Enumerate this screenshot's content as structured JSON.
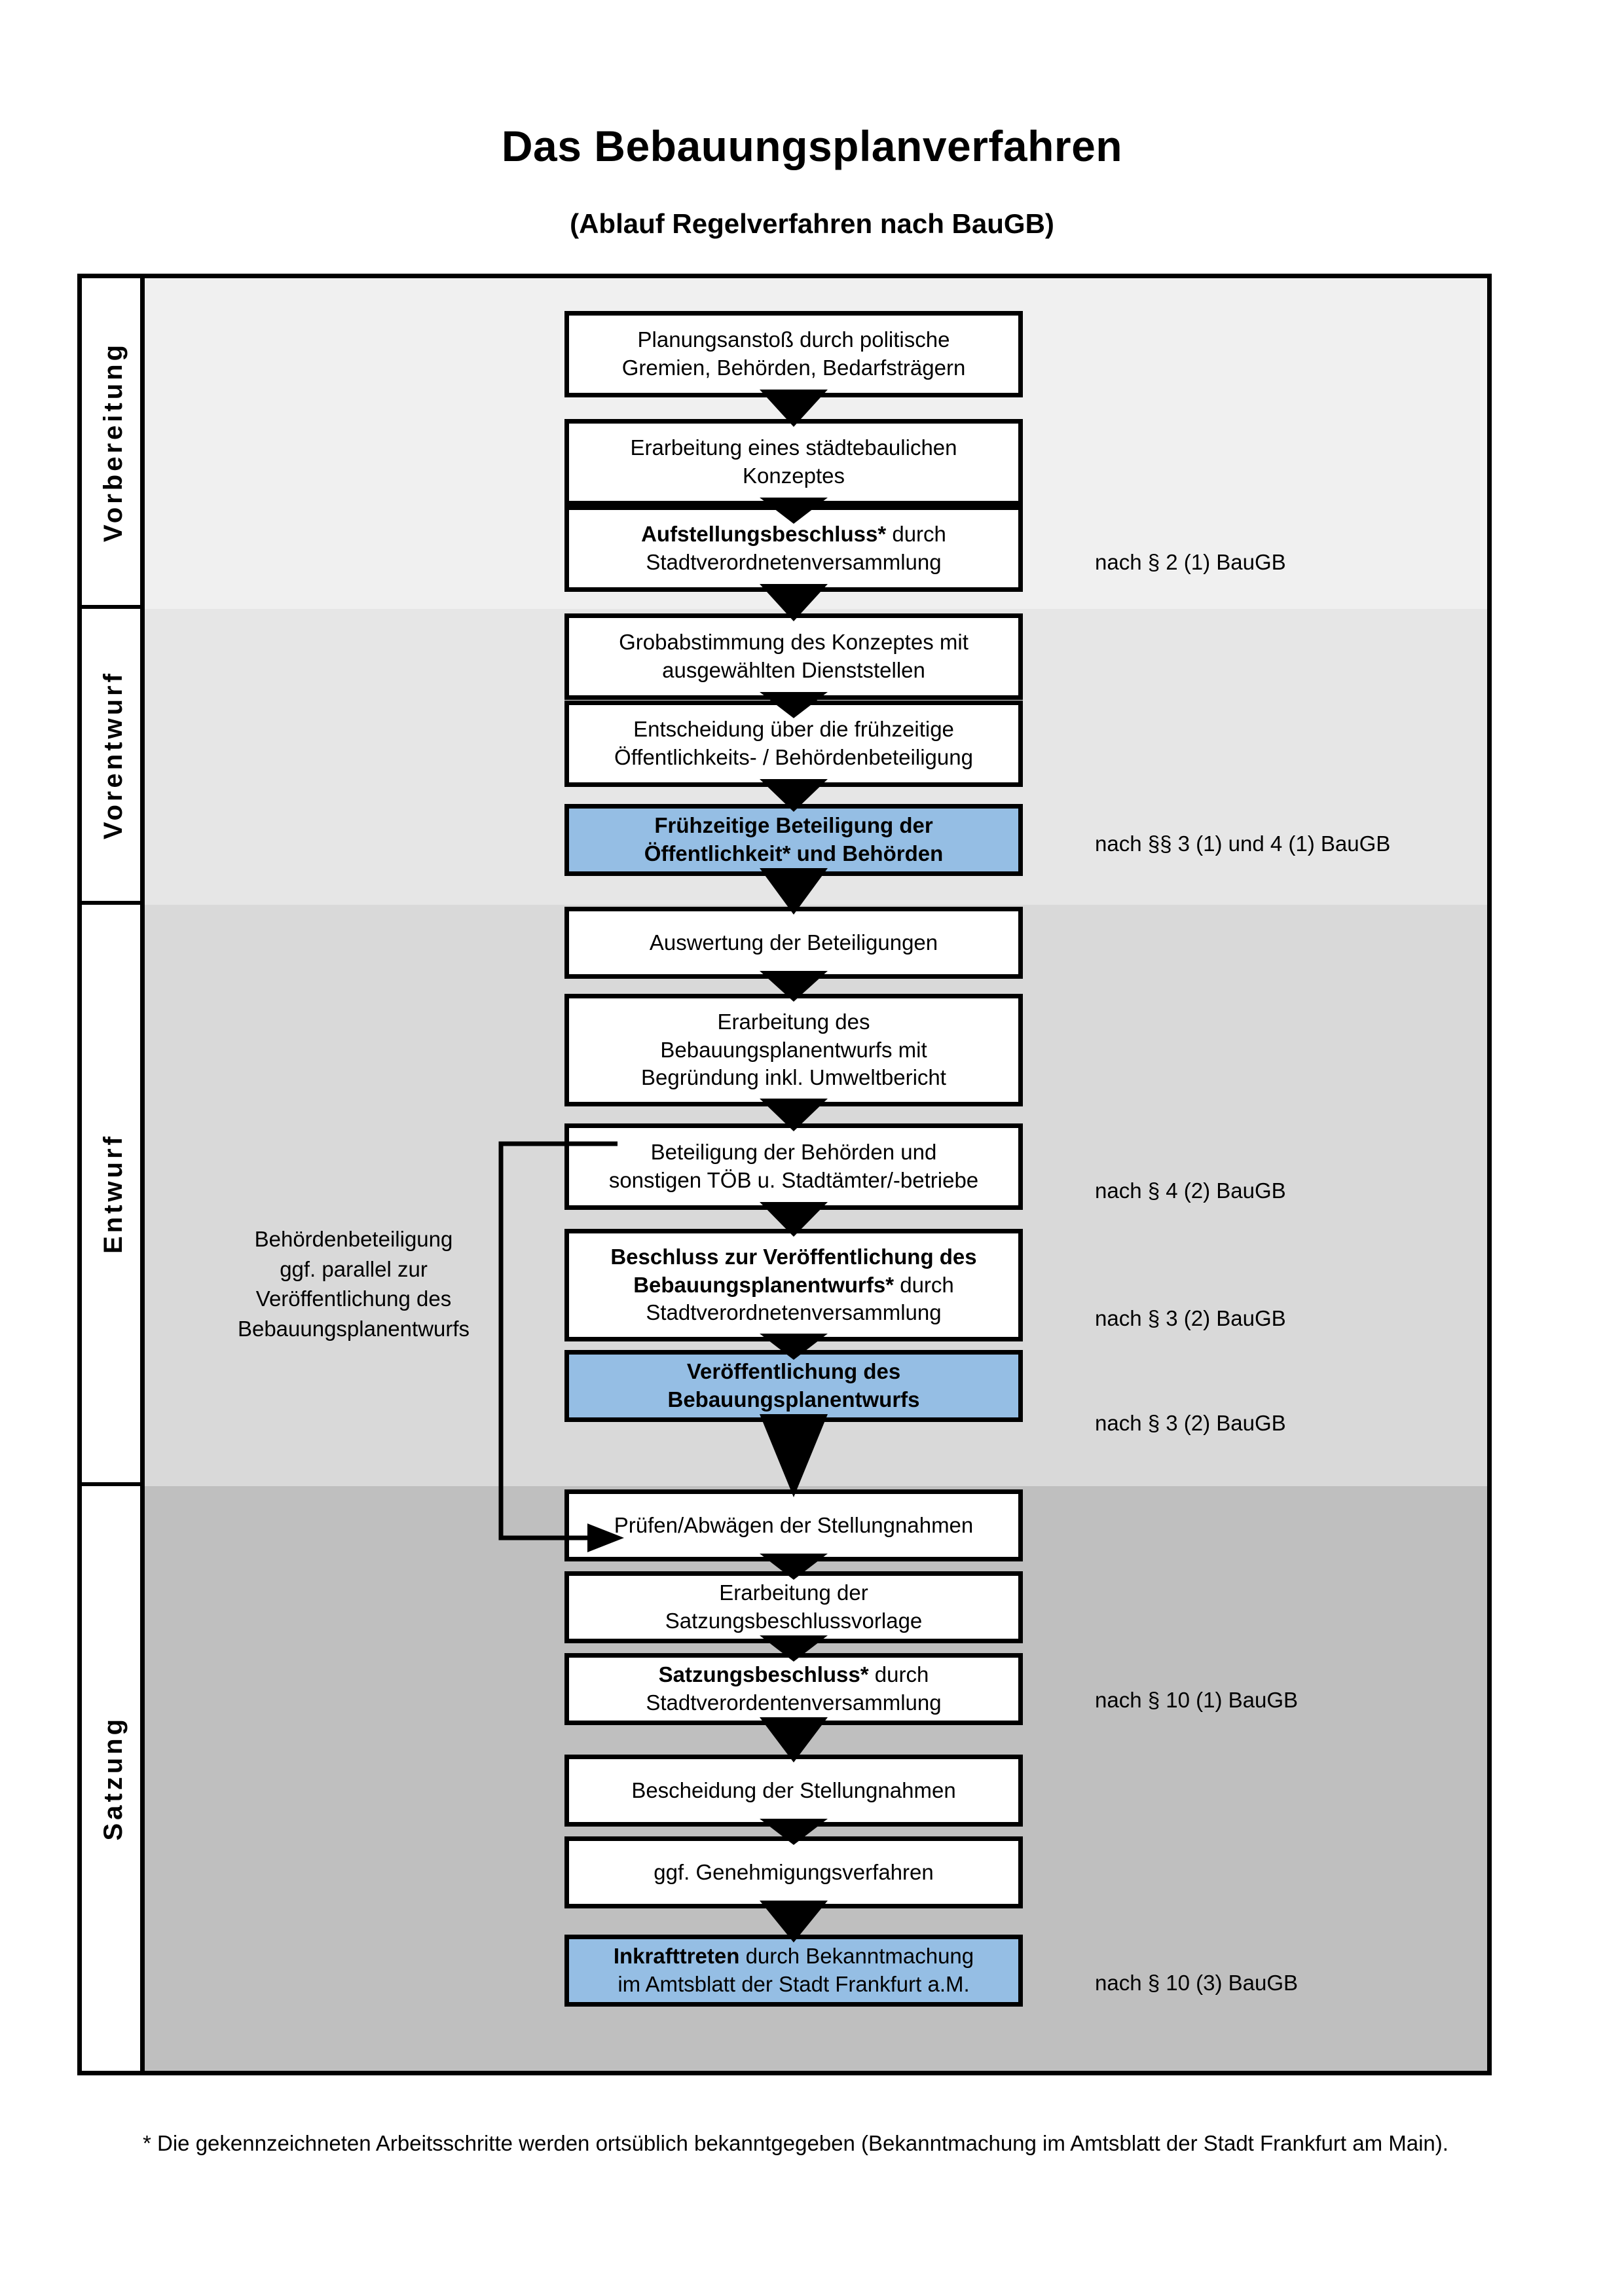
{
  "header": {
    "title": "Das Bebauungsplanverfahren",
    "subtitle": "(Ablauf Regelverfahren nach BauGB)"
  },
  "phases": [
    {
      "key": "vorbereitung",
      "label": "Vorbereitung",
      "band_color": "#F0F0F0"
    },
    {
      "key": "vorentwurf",
      "label": "Vorentwurf",
      "band_color": "#E6E6E6"
    },
    {
      "key": "entwurf",
      "label": "Entwurf",
      "band_color": "#D9D9D9"
    },
    {
      "key": "satzung",
      "label": "Satzung",
      "band_color": "#BFBFBF"
    }
  ],
  "steps": [
    {
      "id": "s1",
      "phase": "vorbereitung",
      "highlight": false,
      "lines": [
        "Planungsanstoß durch politische",
        "Gremien, Behörden, Bedarfsträgern"
      ],
      "bold_prefix": ""
    },
    {
      "id": "s2",
      "phase": "vorbereitung",
      "highlight": false,
      "lines": [
        "Erarbeitung eines städtebaulichen",
        "Konzeptes"
      ],
      "bold_prefix": ""
    },
    {
      "id": "s3",
      "phase": "vorbereitung",
      "highlight": false,
      "lines": [
        "Aufstellungsbeschluss* durch",
        "Stadtverordnetenversammlung"
      ],
      "bold_prefix": "Aufstellungsbeschluss*"
    },
    {
      "id": "s4",
      "phase": "vorentwurf",
      "highlight": false,
      "lines": [
        "Grobabstimmung des Konzeptes mit",
        "ausgewählten Dienststellen"
      ],
      "bold_prefix": ""
    },
    {
      "id": "s5",
      "phase": "vorentwurf",
      "highlight": false,
      "lines": [
        "Entscheidung über die frühzeitige",
        "Öffentlichkeits- / Behördenbeteiligung"
      ],
      "bold_prefix": ""
    },
    {
      "id": "s6",
      "phase": "vorentwurf",
      "highlight": true,
      "lines": [
        "Frühzeitige Beteiligung der",
        "Öffentlichkeit* und Behörden"
      ],
      "bold_prefix": "ALL"
    },
    {
      "id": "s7",
      "phase": "entwurf",
      "highlight": false,
      "lines": [
        "Auswertung der Beteiligungen"
      ],
      "bold_prefix": ""
    },
    {
      "id": "s8",
      "phase": "entwurf",
      "highlight": false,
      "lines": [
        "Erarbeitung des",
        "Bebauungsplanentwurfs mit",
        "Begründung inkl. Umweltbericht"
      ],
      "bold_prefix": ""
    },
    {
      "id": "s9",
      "phase": "entwurf",
      "highlight": false,
      "lines": [
        "Beteiligung der Behörden und",
        "sonstigen TÖB u. Stadtämter/-betriebe"
      ],
      "bold_prefix": ""
    },
    {
      "id": "s10",
      "phase": "entwurf",
      "highlight": false,
      "lines": [
        "Beschluss zur Veröffentlichung des",
        "Bebauungsplanentwurfs* durch",
        "Stadtverordnetenversammlung"
      ],
      "bold_prefix": "Beschluss zur Veröffentlichung des Bebauungsplanentwurfs*"
    },
    {
      "id": "s11",
      "phase": "entwurf",
      "highlight": true,
      "lines": [
        "Veröffentlichung des",
        "Bebauungsplanentwurfs"
      ],
      "bold_prefix": "ALL"
    },
    {
      "id": "s12",
      "phase": "satzung",
      "highlight": false,
      "lines": [
        "Prüfen/Abwägen der Stellungnahmen"
      ],
      "bold_prefix": ""
    },
    {
      "id": "s13",
      "phase": "satzung",
      "highlight": false,
      "lines": [
        "Erarbeitung der",
        "Satzungsbeschlussvorlage"
      ],
      "bold_prefix": ""
    },
    {
      "id": "s14",
      "phase": "satzung",
      "highlight": false,
      "lines": [
        "Satzungsbeschluss* durch",
        "Stadtverordentenversammlung"
      ],
      "bold_prefix": "Satzungsbeschluss*"
    },
    {
      "id": "s15",
      "phase": "satzung",
      "highlight": false,
      "lines": [
        "Bescheidung der Stellungnahmen"
      ],
      "bold_prefix": ""
    },
    {
      "id": "s16",
      "phase": "satzung",
      "highlight": false,
      "lines": [
        "ggf. Genehmigungsverfahren"
      ],
      "bold_prefix": ""
    },
    {
      "id": "s17",
      "phase": "satzung",
      "highlight": true,
      "lines": [
        "Inkrafttreten durch Bekanntmachung",
        "im Amtsblatt der Stadt Frankfurt a.M."
      ],
      "bold_prefix": "Inkrafttreten"
    }
  ],
  "legal_notes": [
    {
      "id": "n1",
      "text": "nach § 2 (1) BauGB"
    },
    {
      "id": "n2",
      "text": "nach §§ 3 (1) und 4 (1) BauGB"
    },
    {
      "id": "n3",
      "text": "nach § 4 (2) BauGB"
    },
    {
      "id": "n4",
      "text": "nach § 3 (2) BauGB"
    },
    {
      "id": "n5",
      "text": "nach § 3 (2) BauGB"
    },
    {
      "id": "n6",
      "text": "nach § 10 (1) BauGB"
    },
    {
      "id": "n7",
      "text": "nach § 10 (3) BauGB"
    }
  ],
  "side_note": {
    "lines": [
      "Behördenbeteiligung",
      "ggf. parallel zur",
      "Veröffentlichung des",
      "Bebauungsplanentwurfs"
    ]
  },
  "footnote": {
    "text": "* Die gekennzeichneten Arbeitsschritte werden ortsüblich bekanntgegeben (Bekanntmachung im Amtsblatt  der Stadt Frankfurt am Main)."
  },
  "colors": {
    "highlight_blue": "#95BEE4",
    "band_1": "#F0F0F0",
    "band_2": "#E6E6E6",
    "band_3": "#D9D9D9",
    "band_4": "#BFBFBF",
    "stroke": "#000000"
  }
}
